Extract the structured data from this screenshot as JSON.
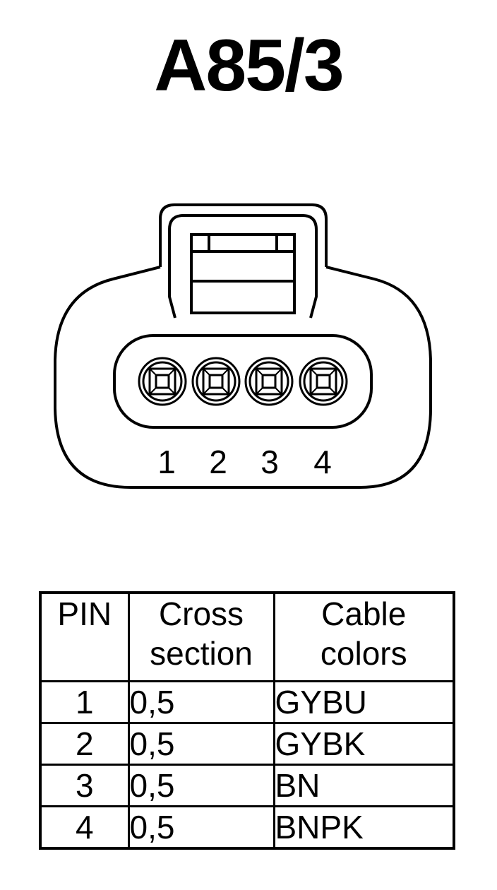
{
  "connector": {
    "id": "A85/3",
    "pin_labels": [
      "1",
      "2",
      "3",
      "4"
    ]
  },
  "pin_table": {
    "headers": [
      {
        "line1": "PIN",
        "line2": ""
      },
      {
        "line1": "Cross",
        "line2": "section"
      },
      {
        "line1": "Cable",
        "line2": "colors"
      }
    ],
    "rows": [
      {
        "pin": "1",
        "cross_section": "0,5",
        "cable_color": "GYBU"
      },
      {
        "pin": "2",
        "cross_section": "0,5",
        "cable_color": "GYBK"
      },
      {
        "pin": "3",
        "cross_section": "0,5",
        "cable_color": "BN"
      },
      {
        "pin": "4",
        "cross_section": "0,5",
        "cable_color": "BNPK"
      }
    ]
  }
}
